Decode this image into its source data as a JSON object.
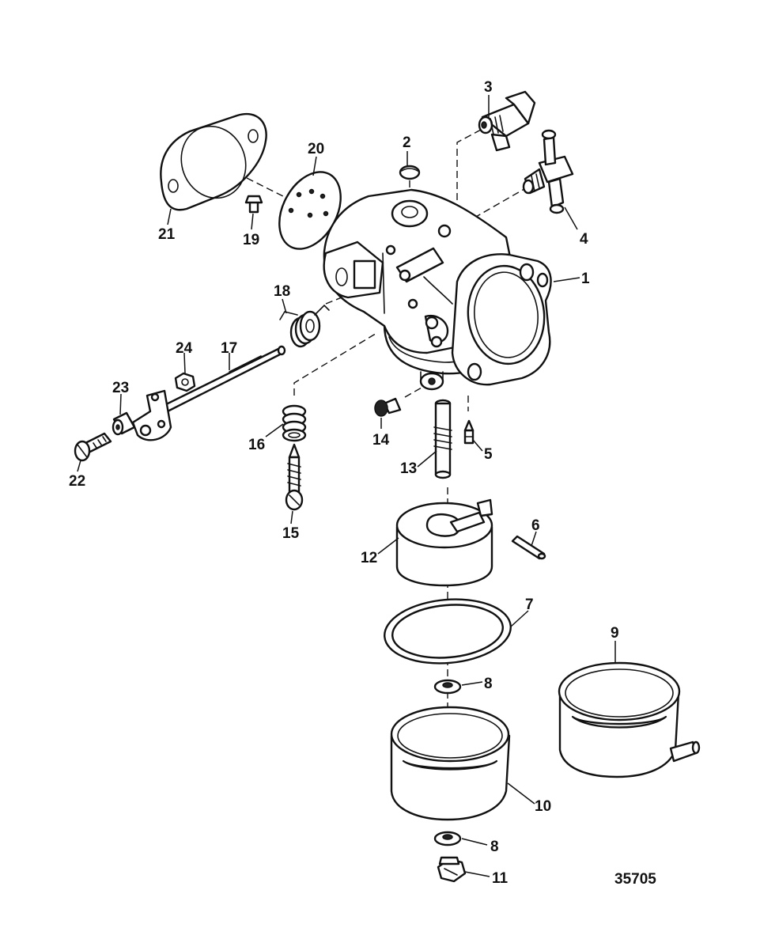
{
  "figure_id": "35705",
  "callouts": [
    "1",
    "2",
    "3",
    "4",
    "5",
    "6",
    "7",
    "8",
    "8",
    "9",
    "10",
    "11",
    "12",
    "13",
    "14",
    "15",
    "16",
    "17",
    "18",
    "19",
    "20",
    "21",
    "22",
    "23",
    "24"
  ]
}
